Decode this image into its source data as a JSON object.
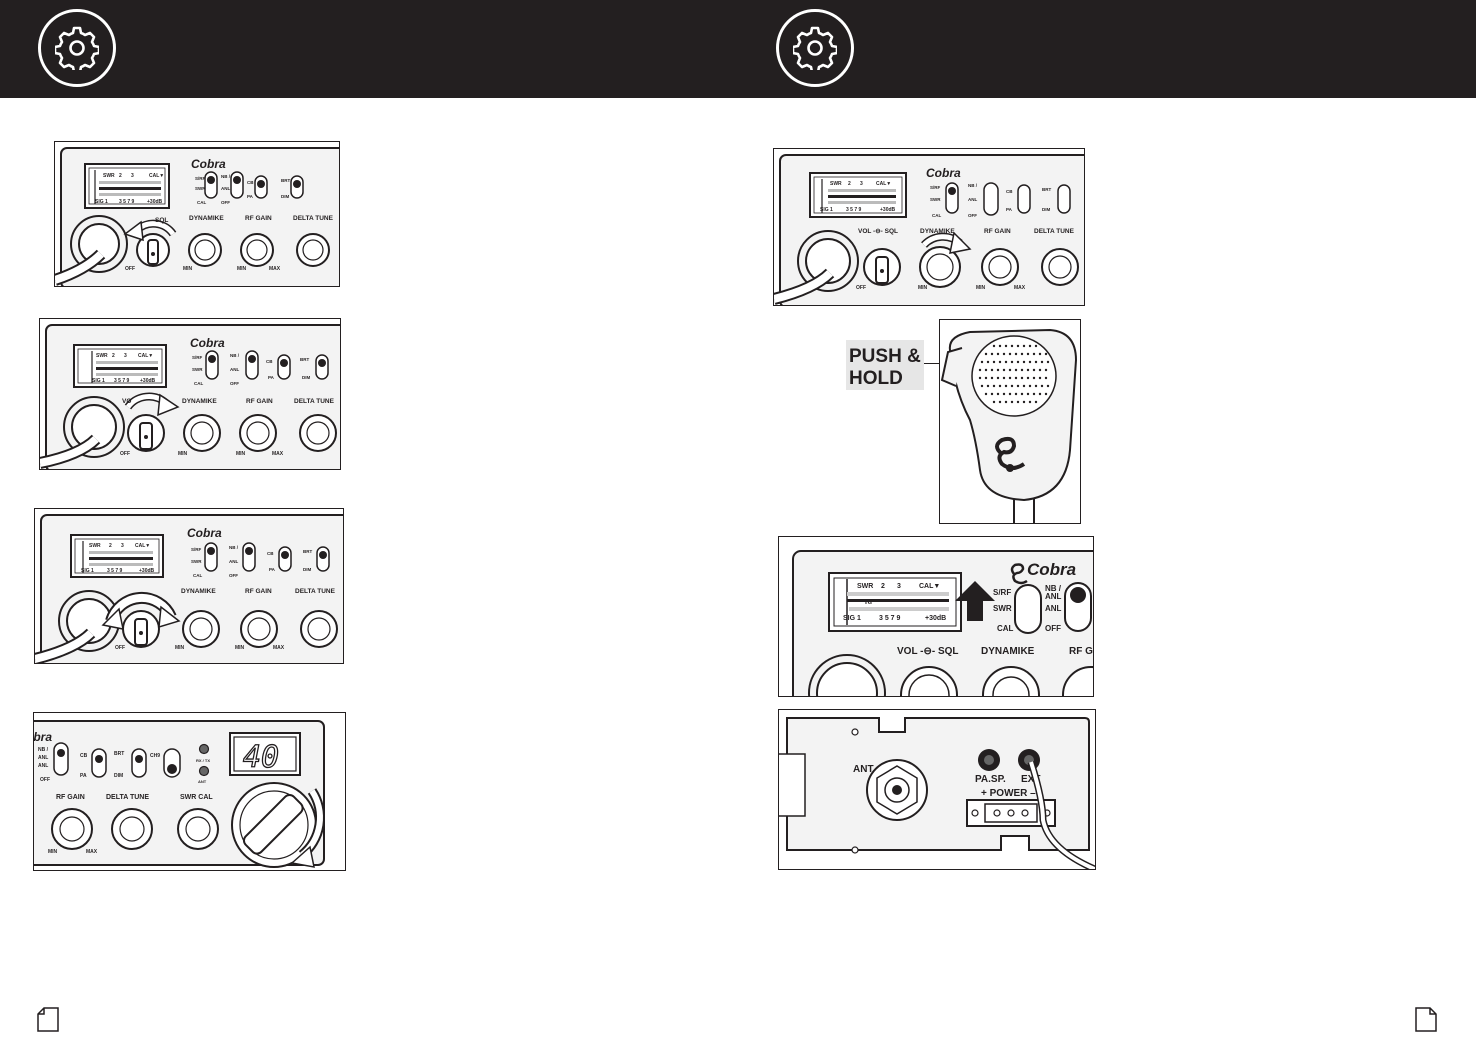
{
  "panel_labels": {
    "brand": "Cobra",
    "sw_srf": "S/RF",
    "sw_swr": "SWR",
    "sw_cal": "CAL",
    "sw_nb": "NB /",
    "sw_anl": "ANL",
    "sw_anl2": "ANL",
    "sw_off": "OFF",
    "sw_cb": "CB",
    "sw_pa": "PA",
    "sw_brt": "BRT",
    "sw_dim": "DIM",
    "meter_swr": "SWR",
    "meter_2": "2",
    "meter_3": "3",
    "meter_cal": "CAL▼",
    "meter_rf": "RF",
    "meter_sig": "SIG 1",
    "meter_scale": "3 5 7 9",
    "meter_30db": "+30dB",
    "knob_vol_sql": "VOL -⊖- SQL",
    "knob_dynamike": "DYNAMIKE",
    "knob_rf_gain": "RF GAIN",
    "knob_delta_tune": "DELTA TUNE",
    "knob_swr_cal": "SWR CAL",
    "off": "OFF",
    "min": "MIN",
    "max": "MAX",
    "ch9": "CH9",
    "rxtx": "RX / TX",
    "ant_led": "ANT"
  },
  "channel_display": "40",
  "push_hold": {
    "line1": "PUSH &",
    "line2": "HOLD"
  },
  "rear_panel": {
    "ant": "ANT",
    "pa_sp": "PA.SP.",
    "ext": "EXT",
    "power": "+ POWER –"
  },
  "icons": {
    "header_left": "gear-icon",
    "header_right": "gear-icon",
    "corner_left": "page-corner-icon",
    "corner_right": "page-corner-icon"
  }
}
